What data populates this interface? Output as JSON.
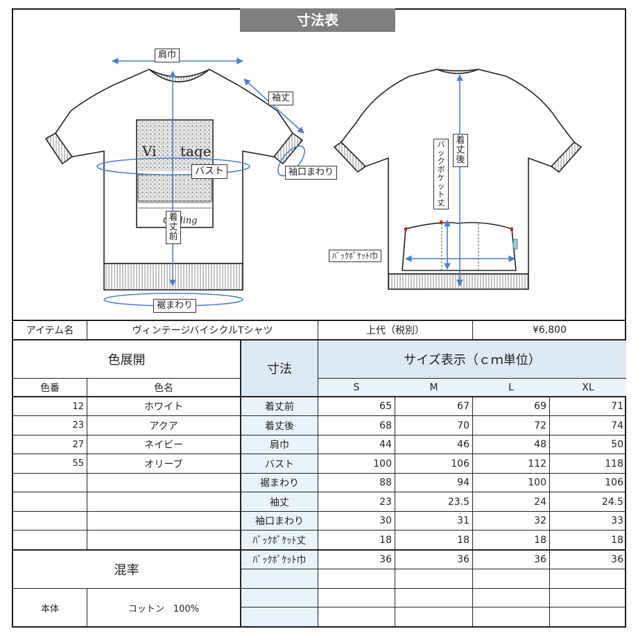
{
  "title": "寸法表",
  "diagram_labels": {
    "shoulder": "肩巾",
    "sleeve_length": "袖丈",
    "bust": "バスト",
    "cuff": "袖口まわり",
    "front_length": "着丈前",
    "hem": "裾まわり",
    "back_length": "着丈後",
    "back_pocket_length": "バックポケット丈",
    "back_pocket_width": "ﾊﾞｯｸﾎﾟｹｯﾄ巾"
  },
  "print_text": {
    "logo": "Vintage",
    "script": "Cycling"
  },
  "item": {
    "label": "アイテム名",
    "name": "ヴィンテージバイシクルTシャツ",
    "price_label": "上代（税別）",
    "price": "¥6,800"
  },
  "colors": {
    "title": "色展開",
    "col_no": "色番",
    "col_name": "色名",
    "rows": [
      {
        "no": "12",
        "name": "ホワイト"
      },
      {
        "no": "23",
        "name": "アクア"
      },
      {
        "no": "27",
        "name": "ネイビー"
      },
      {
        "no": "55",
        "name": "オリーブ"
      }
    ]
  },
  "blend": {
    "title": "混率",
    "part": "本体",
    "material": "コットン　100%"
  },
  "size_table": {
    "dim_header": "寸法",
    "size_header": "サイズ表示（ｃｍ単位）",
    "sizes": [
      "S",
      "M",
      "L",
      "XL"
    ],
    "rows": [
      {
        "label": "着丈前",
        "values": [
          "65",
          "67",
          "69",
          "71"
        ]
      },
      {
        "label": "着丈後",
        "values": [
          "68",
          "70",
          "72",
          "74"
        ]
      },
      {
        "label": "肩巾",
        "values": [
          "44",
          "46",
          "48",
          "50"
        ]
      },
      {
        "label": "バスト",
        "values": [
          "100",
          "106",
          "112",
          "118"
        ]
      },
      {
        "label": "裾まわり",
        "values": [
          "88",
          "94",
          "100",
          "106"
        ]
      },
      {
        "label": "袖丈",
        "values": [
          "23",
          "23.5",
          "24",
          "24.5"
        ]
      },
      {
        "label": "袖口まわり",
        "values": [
          "30",
          "31",
          "32",
          "33"
        ]
      },
      {
        "label": "ﾊﾞｯｸﾎﾟｹｯﾄ丈",
        "values": [
          "18",
          "18",
          "18",
          "18"
        ]
      },
      {
        "label": "ﾊﾞｯｸﾎﾟｹｯﾄ巾",
        "values": [
          "36",
          "36",
          "36",
          "36"
        ]
      }
    ]
  },
  "accent_colors": {
    "arrow": "#4a7ec9",
    "title_bar": "#7f7f7f",
    "header_fill": "#dde9f4"
  }
}
